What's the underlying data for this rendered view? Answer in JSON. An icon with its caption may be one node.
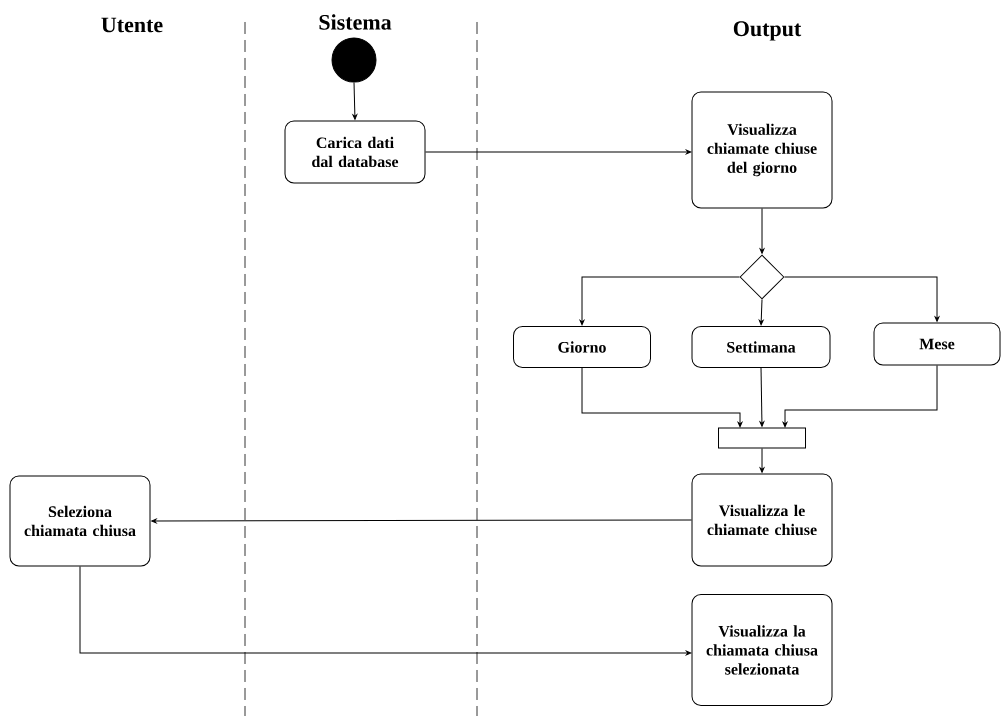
{
  "diagram": {
    "nodes": [
      {
        "text": [],
        "shape": "circle"
      },
      {
        "text": [
          "Carica dati dal database"
        ]
      },
      {
        "text": [
          "Visualizza chiamate chiuse del giorno"
        ]
      },
      {
        "text": [],
        "shape": "diamond"
      },
      {
        "text": [
          "Giorno"
        ]
      },
      {
        "text": [
          "Settimana"
        ]
      },
      {
        "text": [
          "Mese"
        ]
      },
      {
        "text": [],
        "shape": "bar"
      },
      {
        "text": [
          "Visualizza le chiamate chiuse"
        ]
      },
      {
        "text": [
          "Seleziona chiamata chiusa"
        ]
      },
      {
        "text": [
          "Visualizza la chiamata chiusa selezionata"
        ]
      }
    ],
    "edges": [
      {
        "from": 0,
        "to": 1,
        "arrow": "to"
      },
      {
        "from": 1,
        "to": 2,
        "arrow": "to"
      },
      {
        "from": 2,
        "to": 3,
        "arrow": "to"
      },
      {
        "from": 3,
        "to": 4,
        "arrow": "to"
      },
      {
        "from": 3,
        "to": 5,
        "arrow": "to"
      },
      {
        "from": 3,
        "to": 6,
        "arrow": "to"
      },
      {
        "from": 4,
        "to": 7,
        "arrow": "to"
      },
      {
        "from": 5,
        "to": 7,
        "arrow": "to"
      },
      {
        "from": 6,
        "to": 7,
        "arrow": "to"
      },
      {
        "from": 7,
        "to": 8,
        "arrow": "to"
      },
      {
        "from": 8,
        "to": 9,
        "arrow": "to"
      },
      {
        "from": 9,
        "to": 10,
        "arrow": "to"
      }
    ],
    "labels": [
      "Utente",
      "Sistema",
      "Output"
    ]
  }
}
